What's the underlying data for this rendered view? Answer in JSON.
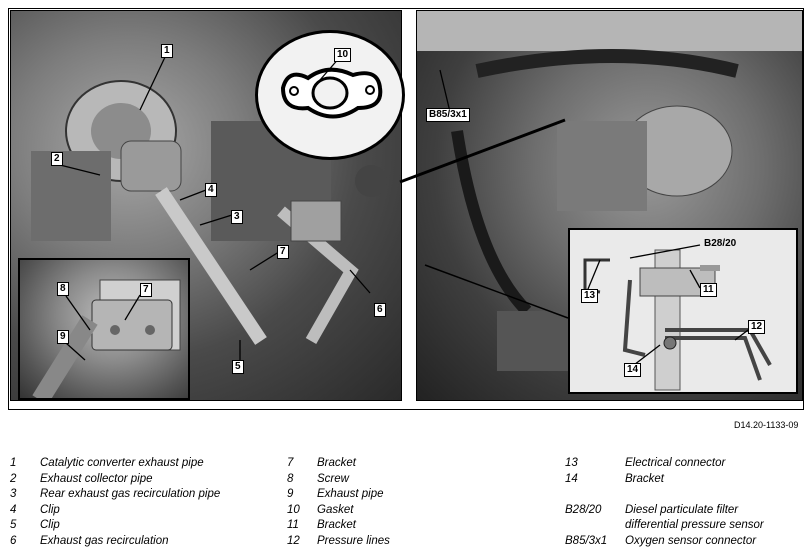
{
  "figure": {
    "reference_code": "D14.20-1133-09",
    "callouts": {
      "c1": "1",
      "c2": "2",
      "c3": "3",
      "c4": "4",
      "c5": "5",
      "c6": "6",
      "c7a": "7",
      "c7b": "7",
      "c8": "8",
      "c9": "9",
      "c10": "10",
      "c11": "11",
      "c12": "12",
      "c13": "13",
      "c14": "14",
      "b28": "B28/20",
      "b85": "B85/3x1"
    }
  },
  "legend": {
    "col1": [
      {
        "num": "1",
        "text": "Catalytic converter exhaust pipe"
      },
      {
        "num": "2",
        "text": "Exhaust collector pipe"
      },
      {
        "num": "3",
        "text": "Rear exhaust gas recirculation pipe"
      },
      {
        "num": "4",
        "text": "Clip"
      },
      {
        "num": "5",
        "text": "Clip"
      },
      {
        "num": "6",
        "text": "Exhaust gas recirculation"
      }
    ],
    "col2": [
      {
        "num": "7",
        "text": "Bracket"
      },
      {
        "num": "8",
        "text": "Screw"
      },
      {
        "num": "9",
        "text": "Exhaust pipe"
      },
      {
        "num": "10",
        "text": "Gasket"
      },
      {
        "num": "11",
        "text": "Bracket"
      },
      {
        "num": "12",
        "text": "Pressure lines"
      }
    ],
    "col3": [
      {
        "num": "13",
        "text": "Electrical connector"
      },
      {
        "num": "14",
        "text": "Bracket"
      },
      {
        "num": "",
        "text": ""
      },
      {
        "num": "B28/20",
        "text": "Diesel particulate filter"
      },
      {
        "num": "",
        "text": "differential pressure sensor"
      },
      {
        "num": "B85/3x1",
        "text": "Oxygen sensor connector"
      }
    ]
  }
}
